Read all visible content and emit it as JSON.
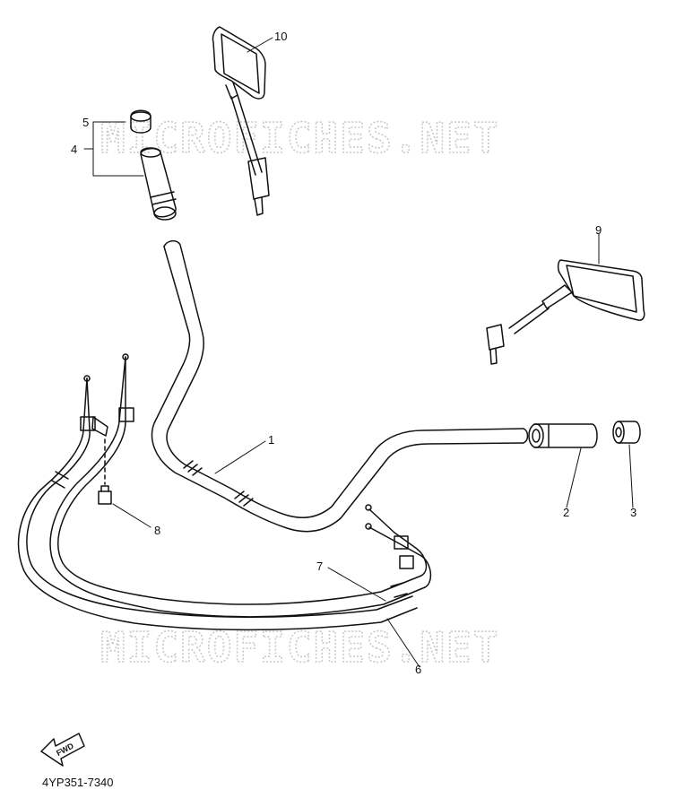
{
  "diagram": {
    "watermark_text": "MICROFICHES.NET",
    "diagram_code": "4YP351-7340",
    "fwd_label": "FWD",
    "callouts": {
      "c1": "1",
      "c2": "2",
      "c3": "3",
      "c4": "4",
      "c5": "5",
      "c6": "6",
      "c7": "7",
      "c8": "8",
      "c9": "9",
      "c10": "10"
    }
  }
}
